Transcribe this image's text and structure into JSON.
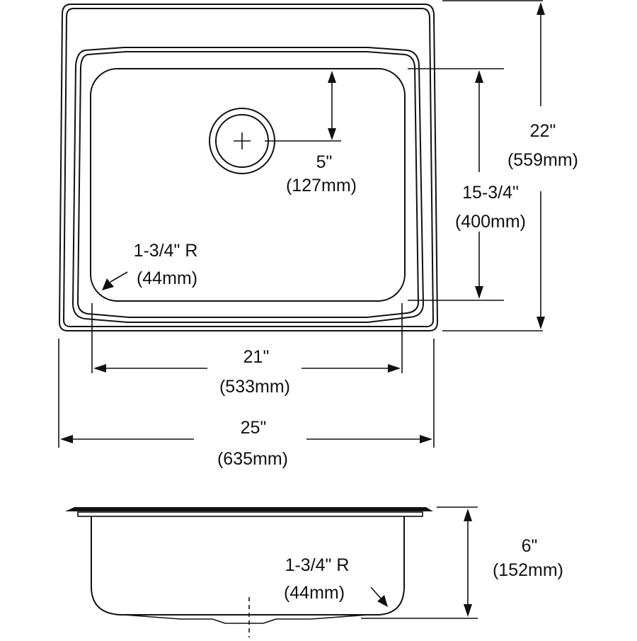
{
  "diagram": {
    "title": "Drop-in single bowl sink dimension drawing",
    "colors": {
      "line": "#111111",
      "background": "#ffffff"
    },
    "top_view": {
      "drain_offset": {
        "inches": "5\"",
        "mm": "(127mm)"
      },
      "bowl_length": {
        "inches": "15-3/4\"",
        "mm": "(400mm)"
      },
      "overall_length": {
        "inches": "22\"",
        "mm": "(559mm)"
      },
      "bowl_width": {
        "inches": "21\"",
        "mm": "(533mm)"
      },
      "overall_width": {
        "inches": "25\"",
        "mm": "(635mm)"
      },
      "corner_radius": {
        "inches": "1-3/4\" R",
        "mm": "(44mm)"
      }
    },
    "side_view": {
      "depth": {
        "inches": "6\"",
        "mm": "(152mm)"
      },
      "corner_radius": {
        "inches": "1-3/4\" R",
        "mm": "(44mm)"
      }
    }
  }
}
